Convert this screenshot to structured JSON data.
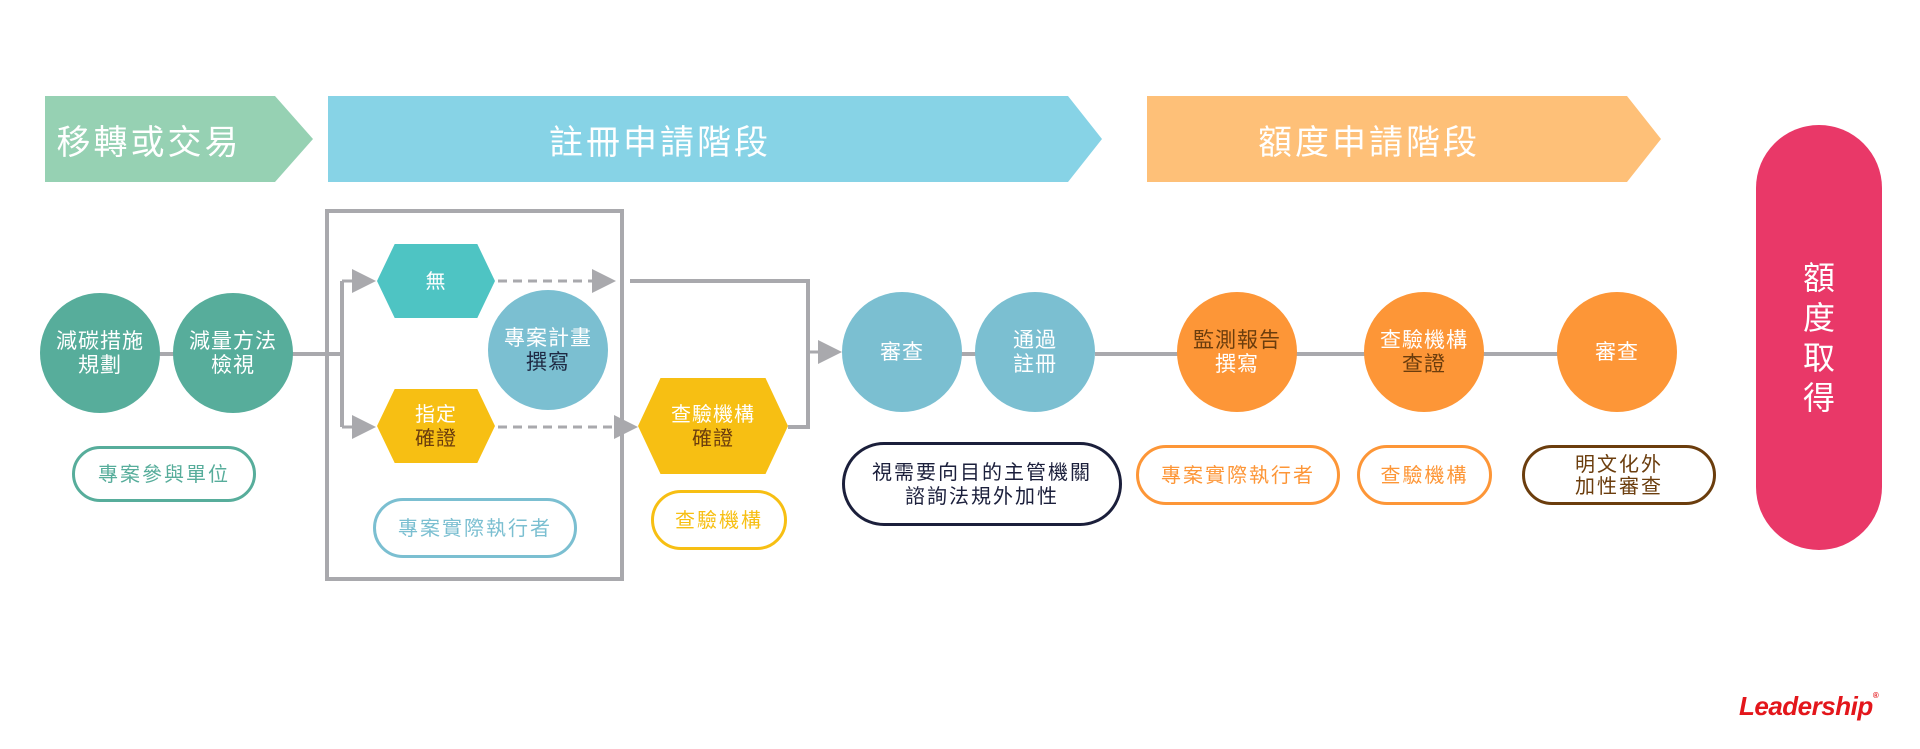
{
  "colors": {
    "stage_transfer": "#96d1b3",
    "stage_registration": "#87d3e6",
    "stage_quota": "#fec078",
    "green_node": "#57ad9b",
    "blue_node": "#7bbfd1",
    "orange_node": "#fd9637",
    "teal_hex": "#4ec4c3",
    "yellow_hex": "#f7bf13",
    "final_node": "#e93868",
    "connector": "#a9a9ad",
    "logo": "#e3161b"
  },
  "stages": [
    {
      "label": "移轉或交易"
    },
    {
      "label": "註冊申請階段"
    },
    {
      "label": "額度申請階段"
    }
  ],
  "nodes": {
    "carbon_plan": {
      "line1": "減碳措施",
      "line2": "規劃"
    },
    "method_review": {
      "line1": "減量方法",
      "line2": "檢視"
    },
    "none_hex": {
      "label": "無"
    },
    "designated_hex": {
      "line1": "指定",
      "line2": "確證"
    },
    "project_plan": {
      "line1": "專案計畫",
      "line2": "撰寫"
    },
    "vvb_validation": {
      "line1": "查驗機構",
      "line2": "確證"
    },
    "review_1": {
      "label": "審查"
    },
    "registration_pass": {
      "line1": "通過",
      "line2": "註冊"
    },
    "monitoring_report": {
      "line1": "監測報告",
      "line2": "撰寫"
    },
    "vvb_verification": {
      "line1": "查驗機構",
      "line2": "查證"
    },
    "review_2": {
      "label": "審查"
    },
    "quota_obtained": {
      "chars": [
        "額",
        "度",
        "取",
        "得"
      ]
    }
  },
  "roles": {
    "participants": "專案參與單位",
    "executor_1": "專案實際執行者",
    "vvb_1": "查驗機構",
    "authority_note": {
      "line1": "視需要向目的主管機關",
      "line2": "諮詢法規外加性"
    },
    "executor_2": "專案實際執行者",
    "vvb_2": "查驗機構",
    "additionality_review": {
      "line1": "明文化外",
      "line2": "加性審查"
    }
  },
  "logo": {
    "text": "Leadership",
    "mark": "®"
  }
}
